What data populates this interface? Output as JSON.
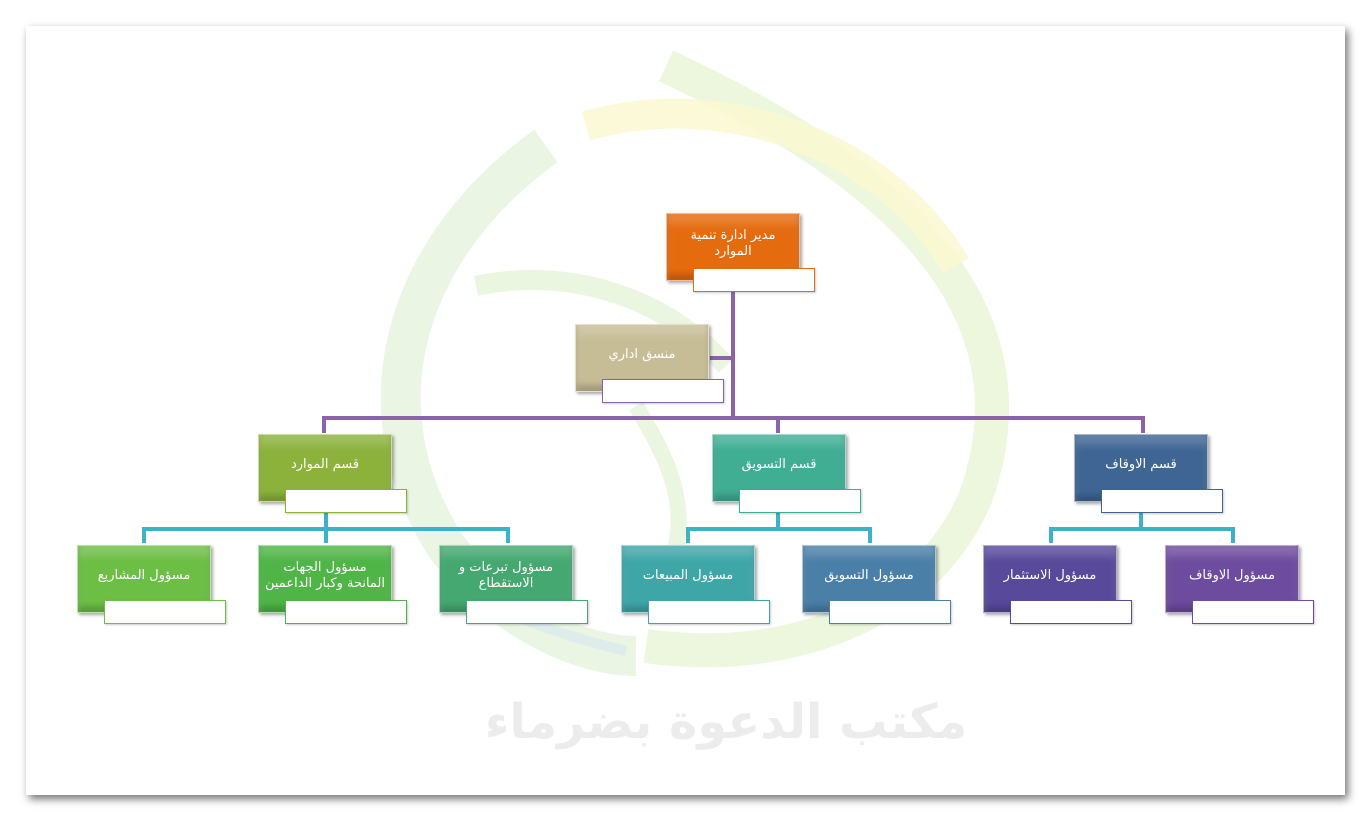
{
  "watermark": {
    "text": "مكتب الدعوة بضرماء"
  },
  "chart": {
    "director": {
      "label": "مدير ادارة تنمية الموارد",
      "color": "#e56b0f"
    },
    "coordinator": {
      "label": "منسق اداري",
      "color": "#c6bd96"
    },
    "departments": [
      {
        "label": "قسم الموارد",
        "color": "#8cb23c"
      },
      {
        "label": "قسم التسويق",
        "color": "#3fae93"
      },
      {
        "label": "قسم الاوقاف",
        "color": "#3e6594"
      }
    ],
    "resources_staff": [
      {
        "label": "مسؤول المشاريع",
        "color": "#6cbe45"
      },
      {
        "label": "مسؤول الجهات المانحة وكبار الداعمين",
        "color": "#4fb547"
      },
      {
        "label": "مسؤول تبرعات و الاستقطاع",
        "color": "#44a870"
      }
    ],
    "marketing_staff": [
      {
        "label": "مسؤول المبيعات",
        "color": "#3fa6a8"
      },
      {
        "label": "مسؤول التسويق",
        "color": "#4a7fa8"
      }
    ],
    "endowment_staff": [
      {
        "label": "مسؤول الاستثمار",
        "color": "#58499b"
      },
      {
        "label": "مسؤول الاوقاف",
        "color": "#6d4b9e"
      }
    ],
    "line_colors": {
      "top": "#8a63a8",
      "resources": "#3fb0c9",
      "marketing": "#3fb0c9",
      "endowment": "#3fb0c9"
    }
  }
}
